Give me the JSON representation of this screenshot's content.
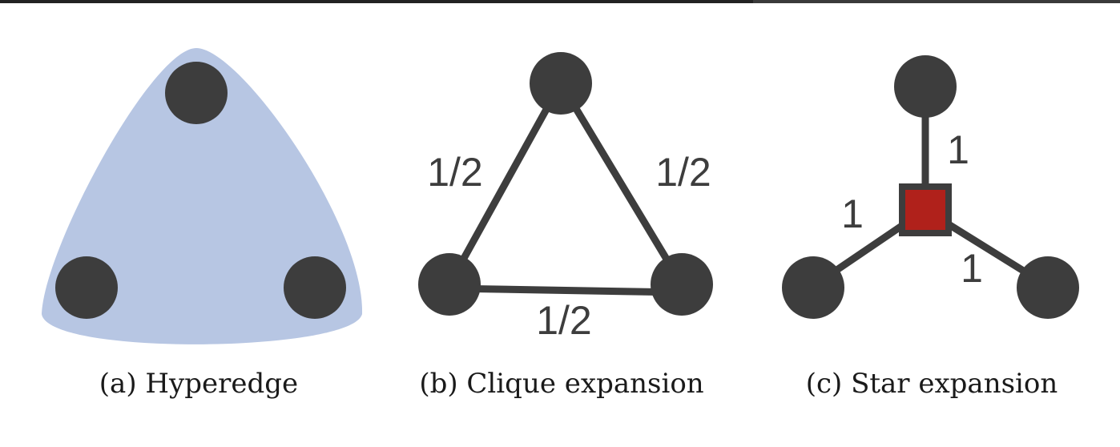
{
  "colors": {
    "hyperedge_fill": "#b7c6e3",
    "node_fill": "#3d3d3d",
    "edge_stroke": "#3d3d3d",
    "star_center_fill": "#b0211b",
    "star_center_stroke": "#3d3d3d"
  },
  "panels": [
    {
      "caption": "(a) Hyperedge"
    },
    {
      "caption": "(b) Clique expansion",
      "edge_weights": [
        "1/2",
        "1/2",
        "1/2"
      ]
    },
    {
      "caption": "(c) Star expansion",
      "edge_weights": [
        "1",
        "1",
        "1"
      ]
    }
  ]
}
